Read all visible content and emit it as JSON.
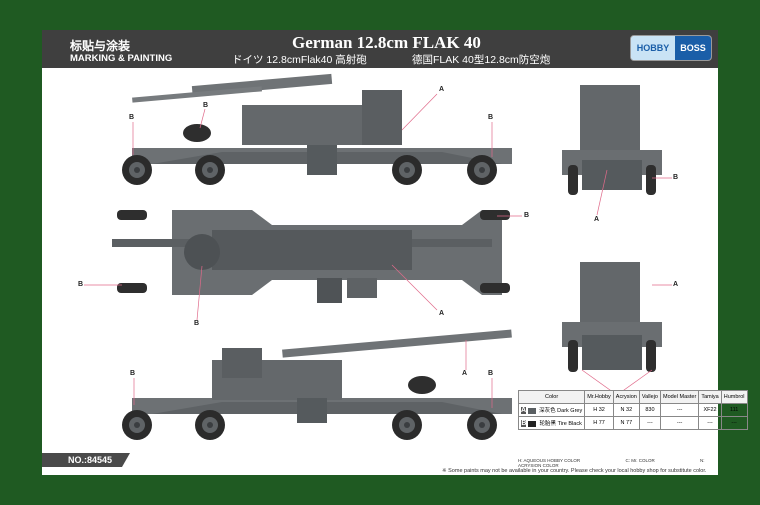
{
  "header": {
    "cn_marking": "标贴与涂装",
    "en_marking": "MARKING & PAINTING",
    "title": "German 12.8cm FLAK 40",
    "jp_title": "ドイツ 12.8cmFlak40 高射砲",
    "cn_title": "德国FLAK 40型12.8cm防空炮",
    "logo_left": "HOBBY",
    "logo_right": "BOSS"
  },
  "callouts": {
    "a": "A",
    "b": "B"
  },
  "product_no": "NO.:84545",
  "color_table": {
    "headers": [
      "Color",
      "Mr.Hobby",
      "Acrysion",
      "Vallejo",
      "Model Master",
      "Tamiya",
      "Humbrol"
    ],
    "rows": [
      {
        "label": "A",
        "name_cn": "深灰色",
        "name_en": "Dark Grey",
        "mrhobby": "H 32",
        "acrysion": "N 32",
        "vallejo": "830",
        "modelmaster": "---",
        "tamiya": "XF22",
        "humbrol": "111",
        "swatch": "#5a5f62"
      },
      {
        "label": "B",
        "name_cn": "轮胎黑",
        "name_en": "Tire Black",
        "mrhobby": "H 77",
        "acrysion": "N 77",
        "vallejo": "---",
        "modelmaster": "---",
        "tamiya": "---",
        "humbrol": "---",
        "swatch": "#222222"
      }
    ]
  },
  "legend": [
    "H: AQUEOUS HOBBY COLOR",
    "C: Mr. COLOR",
    "N: ACRYSION COLOR"
  ],
  "notice": "※ Some paints may not be available in your country. Please check your local hobby shop for substitute color."
}
